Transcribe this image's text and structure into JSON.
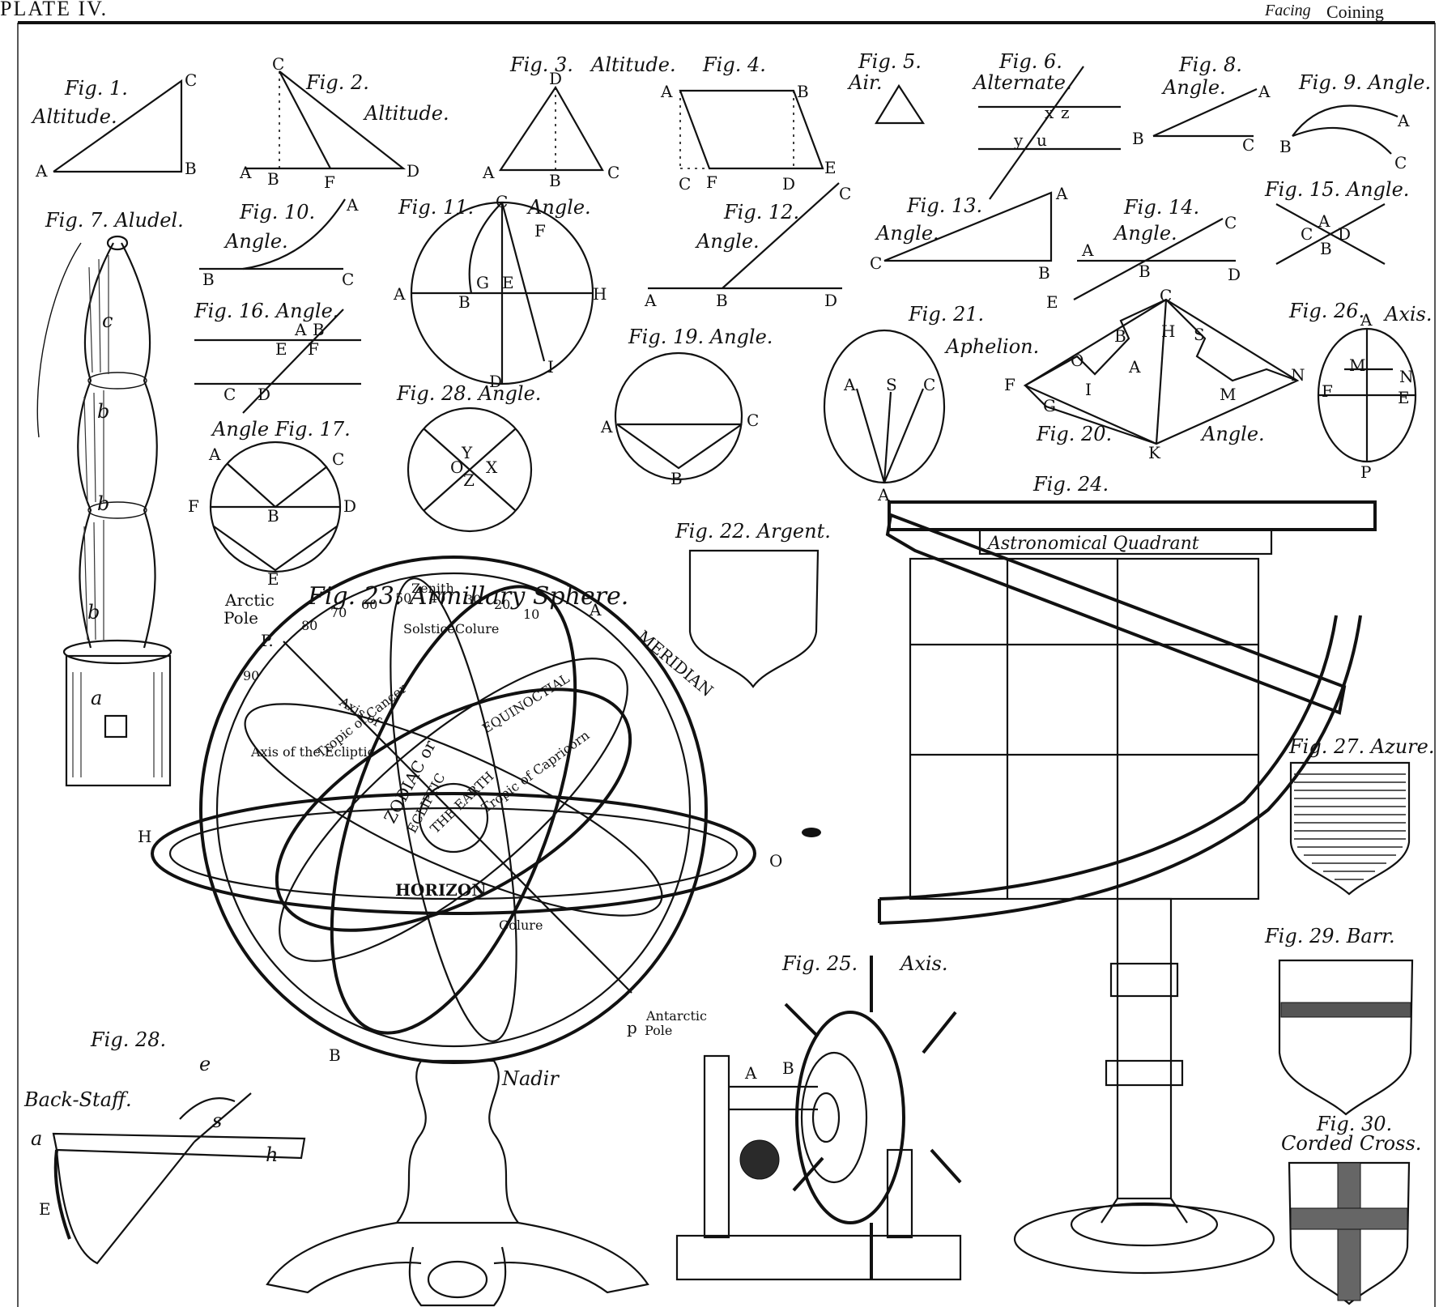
{
  "header": {
    "plate": "PLATE IV.",
    "facing": "Facing",
    "coining": "Coining"
  },
  "figures": {
    "fig1": {
      "caption": "Fig. 1.",
      "label": "Altitude.",
      "points": [
        "A",
        "B",
        "C"
      ]
    },
    "fig2": {
      "caption": "Fig. 2.",
      "label": "Altitude.",
      "points": [
        "C",
        "A",
        "B",
        "F",
        "D"
      ]
    },
    "fig3": {
      "caption": "Fig. 3.",
      "label": "Altitude.",
      "points": [
        "D",
        "A",
        "B",
        "C"
      ]
    },
    "fig4": {
      "caption": "Fig. 4.",
      "points": [
        "A",
        "B",
        "C",
        "F",
        "D",
        "E"
      ]
    },
    "fig5": {
      "caption": "Fig. 5.",
      "label": "Air."
    },
    "fig6": {
      "caption": "Fig. 6.",
      "label": "Alternate.",
      "points": [
        "x",
        "z",
        "y",
        "u"
      ]
    },
    "fig7": {
      "caption": "Fig. 7. Aludel.",
      "points": [
        "c",
        "b",
        "b",
        "b",
        "a"
      ]
    },
    "fig8": {
      "caption": "Fig. 8.",
      "label": "Angle.",
      "points": [
        "A",
        "B",
        "C"
      ]
    },
    "fig9": {
      "caption": "Fig. 9. Angle.",
      "points": [
        "A",
        "B",
        "C"
      ]
    },
    "fig10": {
      "caption": "Fig. 10.",
      "label": "Angle.",
      "points": [
        "A",
        "B",
        "C"
      ]
    },
    "fig11": {
      "caption": "Fig. 11.",
      "label": "Angle.",
      "points": [
        "C",
        "F",
        "A",
        "G",
        "E",
        "H",
        "B",
        "D",
        "I"
      ]
    },
    "fig12": {
      "caption": "Fig. 12.",
      "label": "Angle.",
      "points": [
        "C",
        "A",
        "B",
        "D"
      ]
    },
    "fig13": {
      "caption": "Fig. 13.",
      "label": "Angle.",
      "points": [
        "A",
        "C",
        "B"
      ]
    },
    "fig14": {
      "caption": "Fig. 14.",
      "label": "Angle.",
      "points": [
        "C",
        "A",
        "B",
        "D",
        "E"
      ]
    },
    "fig15": {
      "caption": "Fig. 15. Angle.",
      "points": [
        "A",
        "C",
        "D",
        "B"
      ]
    },
    "fig16": {
      "caption": "Fig. 16. Angle.",
      "points": [
        "A",
        "B",
        "E",
        "F",
        "C",
        "D"
      ]
    },
    "fig17": {
      "caption": "Angle Fig. 17.",
      "points": [
        "A",
        "C",
        "F",
        "B",
        "D",
        "E"
      ]
    },
    "fig18": {
      "caption": "Fig. 28. Angle.",
      "points": [
        "Y",
        "O",
        "X",
        "Z"
      ]
    },
    "fig19": {
      "caption": "Fig. 19. Angle.",
      "points": [
        "A",
        "C",
        "B"
      ]
    },
    "fig20": {
      "caption": "Fig. 20.",
      "label": "Angle.",
      "points": [
        "C",
        "B",
        "H",
        "S",
        "O",
        "A",
        "F",
        "I",
        "M",
        "N",
        "G",
        "K"
      ]
    },
    "fig21": {
      "caption": "Fig. 21.",
      "label": "Aphelion.",
      "points": [
        "A",
        "S",
        "C",
        "A"
      ]
    },
    "fig22": {
      "caption": "Fig. 22. Argent."
    },
    "fig23": {
      "caption": "Fig. 23. Armillary Sphere.",
      "labels": {
        "zenith": "Zenith",
        "arctic": "Arctic",
        "pole": "Pole",
        "p": "P.",
        "a": "A",
        "solstice": "SolsticeColure",
        "meridian": "MERIDIAN",
        "h": "H",
        "o": "O",
        "horizon": "HORIZON",
        "zodiac": "ZODIAC or",
        "ecliptic": "ECLIPTIC",
        "equinoctial": "EQUINOCTIAL",
        "tropic_cancer": "Tropic of Cancer",
        "tropic_capricorn": "Tropic of Capricorn",
        "earth": "THE EARTH",
        "axis_ecliptic": "Axis of the Ecliptic",
        "axis_world": "Axis of",
        "colure": "Colure",
        "b": "B",
        "nadir": "Nadir",
        "antarctic": "Antarctic",
        "pole2": "Pole",
        "p2": "p"
      },
      "ticks": [
        "10",
        "20",
        "30",
        "40",
        "50",
        "60",
        "70",
        "80",
        "90"
      ]
    },
    "fig24": {
      "caption": "Fig. 24.",
      "label": "Astronomical Quadrant"
    },
    "fig25": {
      "caption": "Fig. 25.",
      "label": "Axis.",
      "points": [
        "A",
        "B"
      ]
    },
    "fig26": {
      "caption": "Fig. 26.",
      "label": "Axis.",
      "points": [
        "A",
        "M",
        "N",
        "F",
        "E",
        "P"
      ]
    },
    "fig27": {
      "caption": "Fig. 27. Azure."
    },
    "fig28b": {
      "caption": "Fig. 28.",
      "label": "Back-Staff.",
      "points": [
        "e",
        "s",
        "a",
        "h",
        "E"
      ]
    },
    "fig29": {
      "caption": "Fig. 29. Barr."
    },
    "fig30": {
      "caption": "Fig. 30.",
      "label": "Corded Cross."
    }
  }
}
